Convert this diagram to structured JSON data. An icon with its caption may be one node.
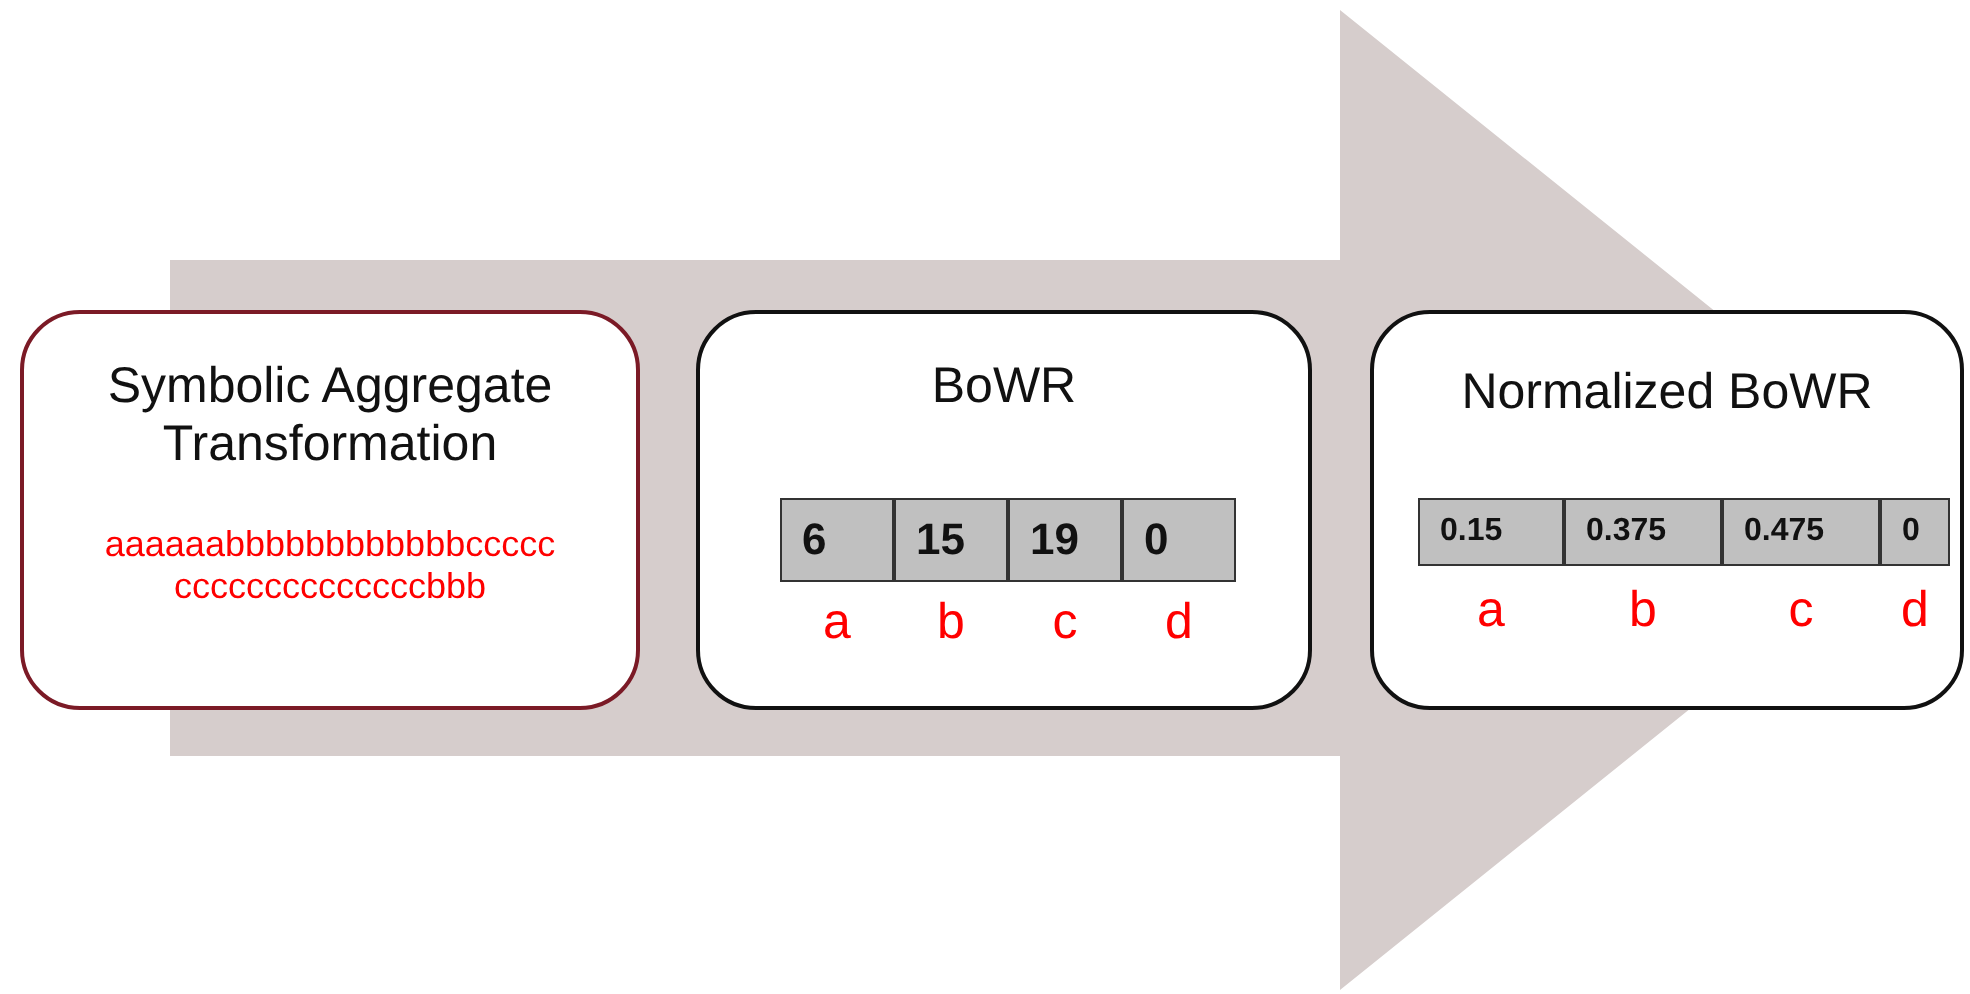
{
  "diagram": {
    "nodes": [
      {
        "text": [
          "Symbolic Aggregate Transformation",
          "aaaaaabbbbbbbbbbbbcccccccccccccccccccbbb"
        ]
      },
      {
        "text": [
          "BoWR"
        ]
      },
      {
        "text": [
          "6"
        ],
        "in": 1,
        "beside": [
          "a"
        ]
      },
      {
        "text": [
          "15"
        ],
        "in": 1,
        "beside": [
          "b"
        ]
      },
      {
        "text": [
          "19"
        ],
        "in": 1,
        "beside": [
          "c"
        ]
      },
      {
        "text": [
          "0"
        ],
        "in": 1,
        "beside": [
          "d"
        ]
      },
      {
        "text": [
          "Normalized BoWR"
        ]
      },
      {
        "text": [
          "0.15"
        ],
        "in": 6,
        "beside": [
          "a"
        ]
      },
      {
        "text": [
          "0.375"
        ],
        "in": 6,
        "beside": [
          "b"
        ]
      },
      {
        "text": [
          "0.475"
        ],
        "in": 6,
        "beside": [
          "c"
        ]
      },
      {
        "text": [
          "0"
        ],
        "in": 6,
        "beside": [
          "d"
        ]
      }
    ],
    "edges": [
      {
        "from": 0,
        "to": 1,
        "arrow": "none"
      },
      {
        "from": 1,
        "to": 6,
        "arrow": "to"
      }
    ]
  }
}
